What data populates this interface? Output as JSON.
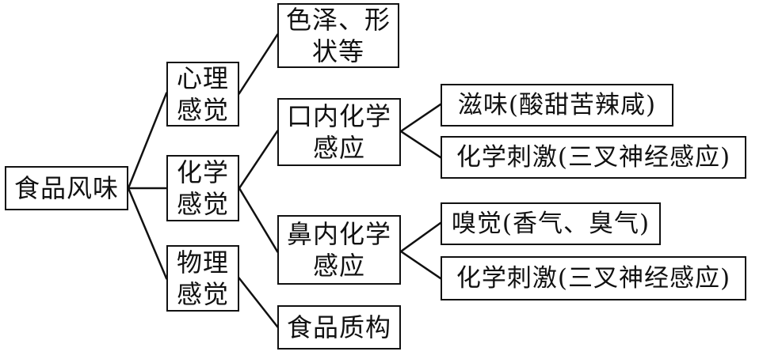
{
  "diagram": {
    "root": "食品风味",
    "psych": [
      "心理",
      "感觉"
    ],
    "chem": [
      "化学",
      "感觉"
    ],
    "phys": [
      "物理",
      "感觉"
    ],
    "color_shape": [
      "色泽、形",
      "状等"
    ],
    "oral": [
      "口内化学",
      "感应"
    ],
    "nasal": [
      "鼻内化学",
      "感应"
    ],
    "texture": "食品质构",
    "taste": "滋味(酸甜苦辣咸)",
    "oral_trigeminal": "化学刺激(三叉神经感应)",
    "smell": "嗅觉(香气、臭气)",
    "nasal_trigeminal": "化学刺激(三叉神经感应)"
  }
}
